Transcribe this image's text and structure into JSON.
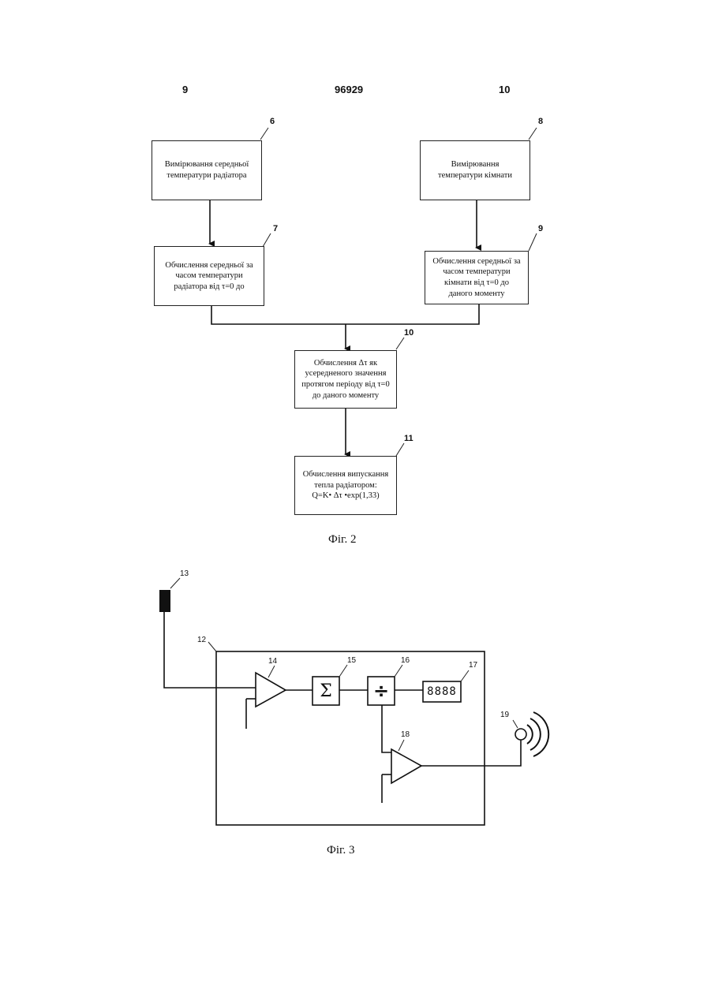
{
  "header": {
    "left": "9",
    "center": "96929",
    "right": "10"
  },
  "fig2": {
    "caption": "Фіг. 2",
    "blocks": [
      {
        "id": "6",
        "lines": [
          "Вимірювання середньої",
          "температури радіатора"
        ]
      },
      {
        "id": "8",
        "lines": [
          "Вимірювання",
          "температури кімнати"
        ]
      },
      {
        "id": "7",
        "lines": [
          "Обчислення середньої за",
          "часом температури",
          "радіатора від τ=0 до"
        ]
      },
      {
        "id": "9",
        "lines": [
          "Обчислення середньої за",
          "часом температури",
          "кімнати від τ=0 до",
          "даного моменту"
        ]
      },
      {
        "id": "10",
        "lines": [
          "Обчислення Δτ як",
          "усередненого значення",
          "протягом періоду від τ=0",
          "до даного моменту"
        ]
      },
      {
        "id": "11",
        "lines": [
          "Обчислення випускання",
          "тепла радіатором:",
          "Q=K• Δτ •exp(1,33)"
        ]
      }
    ]
  },
  "fig3": {
    "caption": "Фіг. 3",
    "labels": [
      "13",
      "12",
      "14",
      "15",
      "16",
      "17",
      "18",
      "19"
    ],
    "sum_symbol": "Σ",
    "div_symbol": "÷",
    "display_digits": "8888"
  }
}
